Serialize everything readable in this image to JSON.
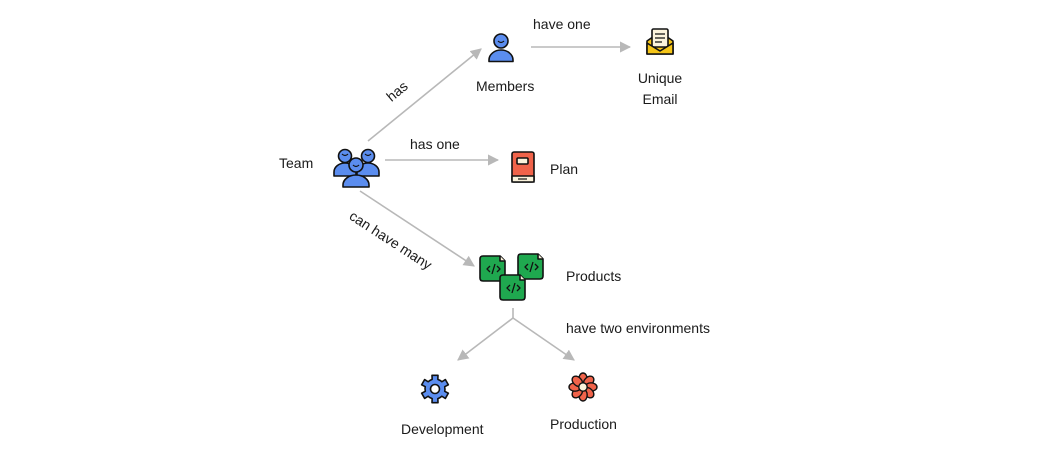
{
  "diagram": {
    "nodes": {
      "team": {
        "label": "Team",
        "icon": "team-users-icon",
        "color": "#5b8def"
      },
      "members": {
        "label": "Members",
        "icon": "user-icon",
        "color": "#5b8def"
      },
      "unique_email": {
        "label_line1": "Unique",
        "label_line2": "Email",
        "icon": "envelope-letter-icon",
        "color": "#f5c518"
      },
      "plan": {
        "label": "Plan",
        "icon": "book-icon",
        "color": "#f0634a"
      },
      "products": {
        "label": "Products",
        "icon": "code-files-icon",
        "color": "#1fa84f"
      },
      "development": {
        "label": "Development",
        "icon": "gear-icon",
        "color": "#5b8def"
      },
      "production": {
        "label": "Production",
        "icon": "flower-icon",
        "color": "#f0634a"
      }
    },
    "edges": {
      "team_members": {
        "from": "Team",
        "to": "Members",
        "label": "has"
      },
      "members_email": {
        "from": "Members",
        "to": "Unique Email",
        "label": "have one"
      },
      "team_plan": {
        "from": "Team",
        "to": "Plan",
        "label": "has one"
      },
      "team_products": {
        "from": "Team",
        "to": "Products",
        "label": "can have many"
      },
      "products_envs": {
        "from": "Products",
        "to": [
          "Development",
          "Production"
        ],
        "label": "have two environments"
      }
    },
    "edge_color": "#b8b8b8",
    "outline_color": "#111111"
  }
}
